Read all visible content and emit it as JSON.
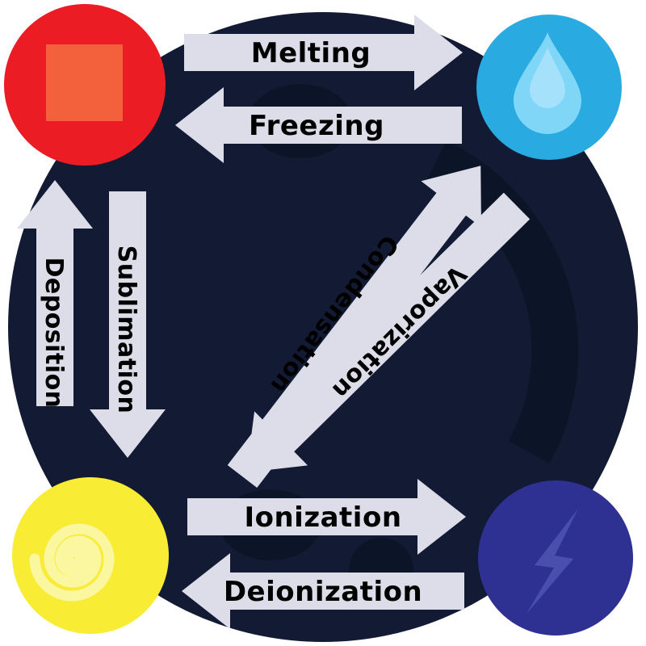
{
  "colors": {
    "page_background": "#ffffff",
    "sphere": "#121b33",
    "sphere_shadow": "#0c1527",
    "arrow": "#dcdde9",
    "label": "#000000"
  },
  "nodes": {
    "solid": {
      "icon": "square-icon",
      "circle_color": "#ec1c24",
      "icon_color": "#f2613c"
    },
    "liquid": {
      "icon": "droplet-icon",
      "circle_color": "#29abe2",
      "icon_color": "#7fd6f7",
      "icon_highlight": "#a5e1fa"
    },
    "gas": {
      "icon": "spiral-icon",
      "circle_color": "#f8ec34",
      "icon_color": "#fbf6a0"
    },
    "plasma": {
      "icon": "lightning-icon",
      "circle_color": "#2e3192",
      "icon_color": "#4a4fad"
    }
  },
  "transitions": {
    "melting": "Melting",
    "freezing": "Freezing",
    "deposition": "Deposition",
    "sublimation": "Sublimation",
    "condensation": "Condensation",
    "vaporization": "Vaporization",
    "ionization": "Ionization",
    "deionization": "Deionization"
  }
}
